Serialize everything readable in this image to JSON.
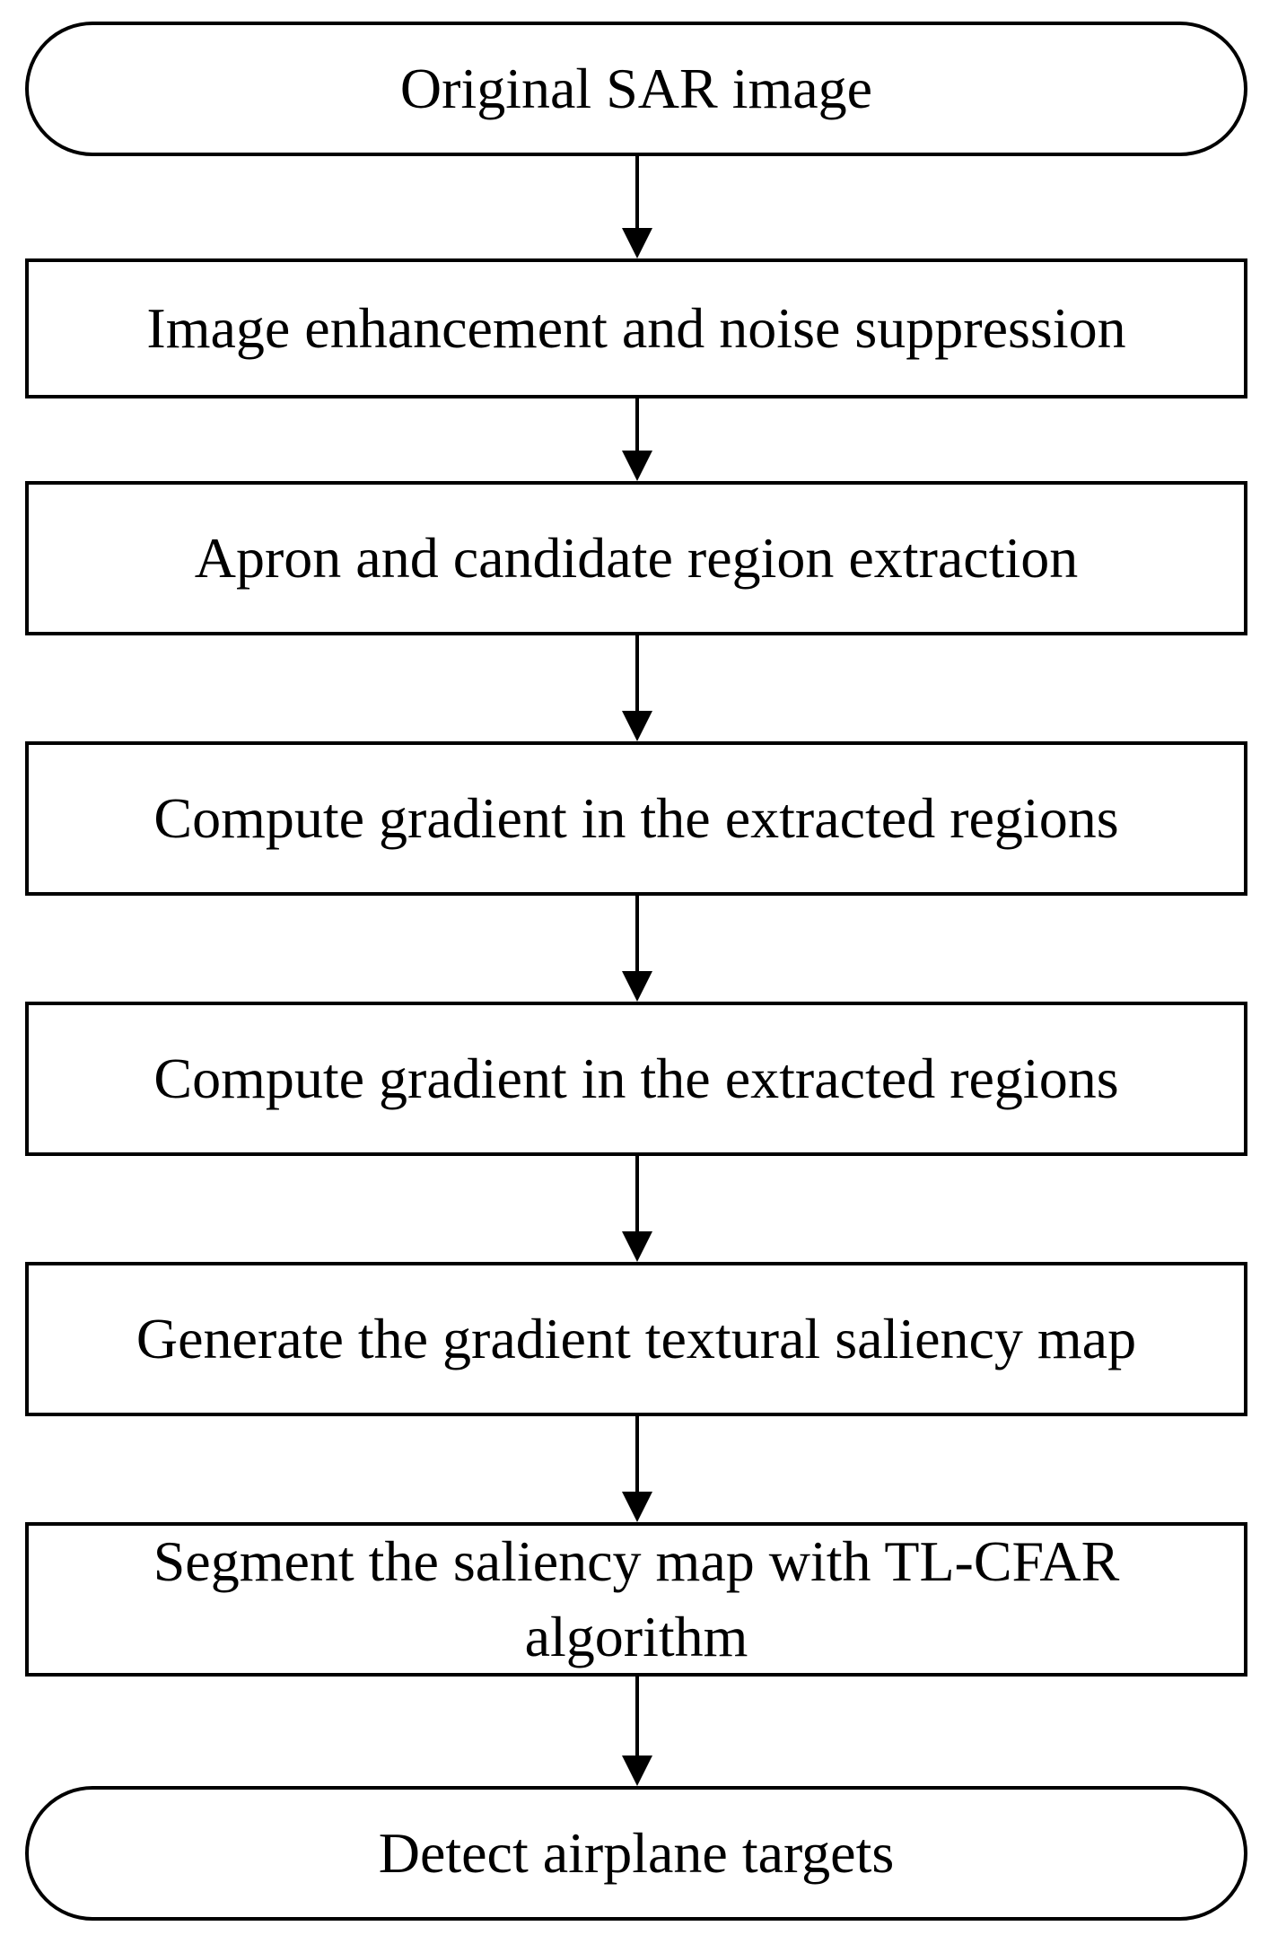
{
  "flowchart": {
    "nodes": [
      {
        "id": "start",
        "shape": "terminal",
        "label": "Original SAR image"
      },
      {
        "id": "step1",
        "shape": "process",
        "label": "Image enhancement and noise suppression"
      },
      {
        "id": "step2",
        "shape": "process",
        "label": "Apron and candidate region extraction"
      },
      {
        "id": "step3",
        "shape": "process",
        "label": "Compute gradient in the extracted regions"
      },
      {
        "id": "step4",
        "shape": "process",
        "label": "Compute gradient in the extracted regions"
      },
      {
        "id": "step5",
        "shape": "process",
        "label": "Generate the gradient textural saliency map"
      },
      {
        "id": "step6",
        "shape": "process",
        "label": "Segment the saliency map with TL-CFAR algorithm"
      },
      {
        "id": "end",
        "shape": "terminal",
        "label": "Detect airplane targets"
      }
    ],
    "edges": [
      {
        "from": "start",
        "to": "step1"
      },
      {
        "from": "step1",
        "to": "step2"
      },
      {
        "from": "step2",
        "to": "step3"
      },
      {
        "from": "step3",
        "to": "step4"
      },
      {
        "from": "step4",
        "to": "step5"
      },
      {
        "from": "step5",
        "to": "step6"
      },
      {
        "from": "step6",
        "to": "end"
      }
    ],
    "colors": {
      "stroke": "#000000",
      "fill": "#ffffff",
      "text": "#000000"
    }
  }
}
